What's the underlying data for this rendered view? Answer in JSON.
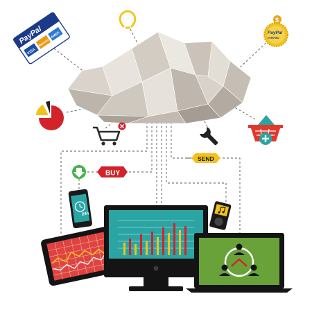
{
  "badges": {
    "buy": "BUY",
    "send": "SEND"
  },
  "paypal_card": {
    "brand": "PayPal",
    "cards": [
      "VISA",
      "Maestro",
      "AMEX"
    ]
  },
  "paypal_seal": {
    "currency_symbol": "$",
    "brand": "PayPal",
    "verified": "VERIFIED"
  },
  "phone": {
    "clock_label": "24h"
  },
  "colors": {
    "cloud_light": "#e9e5df",
    "cloud_mid": "#cfc8bf",
    "cloud_dark": "#b3aba1",
    "buy_red": "#d2232a",
    "send_yellow": "#f2c21b",
    "teal_screen": "#2aa5a3",
    "green_screen": "#6aa23a",
    "red_screen": "#e04242",
    "down_arrow_green": "#47b14b",
    "basket_red": "#e2392d",
    "bulb_yellow": "#f4c51d",
    "monitor_black": "#141414"
  },
  "icons": [
    "paypal-card-icon",
    "lightbulb-icon",
    "paypal-seal-icon",
    "pie-chart-icon",
    "shopping-cart-icon",
    "wrench-icon",
    "shopping-basket-icon",
    "download-arrow-icon",
    "smartphone-icon",
    "music-player-icon",
    "tablet-icon",
    "desktop-monitor-icon",
    "laptop-icon",
    "cloud-icon"
  ]
}
